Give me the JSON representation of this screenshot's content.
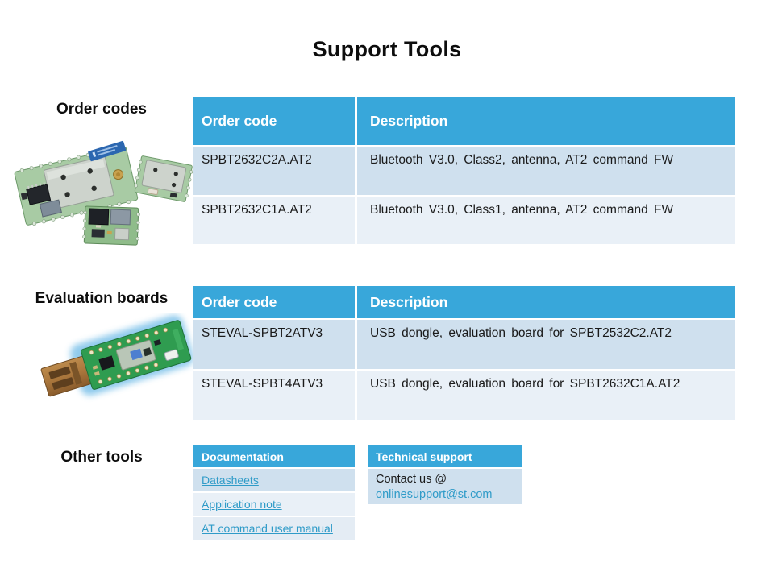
{
  "title": "Support Tools",
  "sections": {
    "order_codes": {
      "label": "Order codes",
      "image": "bluetooth-modules-photo"
    },
    "evaluation_boards": {
      "label": "Evaluation boards",
      "image": "usb-dongle-photo"
    },
    "other_tools": {
      "label": "Other tools"
    }
  },
  "tables": {
    "order_codes": {
      "headers": [
        "Order code",
        "Description"
      ],
      "rows": [
        {
          "code": "SPBT2632C2A.AT2",
          "description": "Bluetooth V3.0, Class2, antenna, AT2 command FW"
        },
        {
          "code": "SPBT2632C1A.AT2",
          "description": "Bluetooth V3.0, Class1, antenna, AT2 command FW"
        }
      ]
    },
    "evaluation_boards": {
      "headers": [
        "Order code",
        "Description"
      ],
      "rows": [
        {
          "code": "STEVAL-SPBT2ATV3",
          "description": "USB dongle, evaluation board for SPBT2532C2.AT2"
        },
        {
          "code": "STEVAL-SPBT4ATV3",
          "description": "USB dongle, evaluation board for SPBT2632C1A.AT2"
        }
      ]
    },
    "documentation": {
      "header": "Documentation",
      "links": [
        "Datasheets",
        "Application note",
        "AT command user manual"
      ]
    },
    "technical_support": {
      "header": "Technical support",
      "contact_prefix": "Contact us @",
      "contact_link": "onlinesupport@st.com"
    }
  },
  "colors": {
    "accent_blue": "#38A7DA",
    "band_dark": "#CFE0EE",
    "band_light": "#E9F0F7",
    "band_mid": "#E4ECF4",
    "link_blue": "#2F9BC8",
    "text_dark": "#1A1A1A"
  }
}
